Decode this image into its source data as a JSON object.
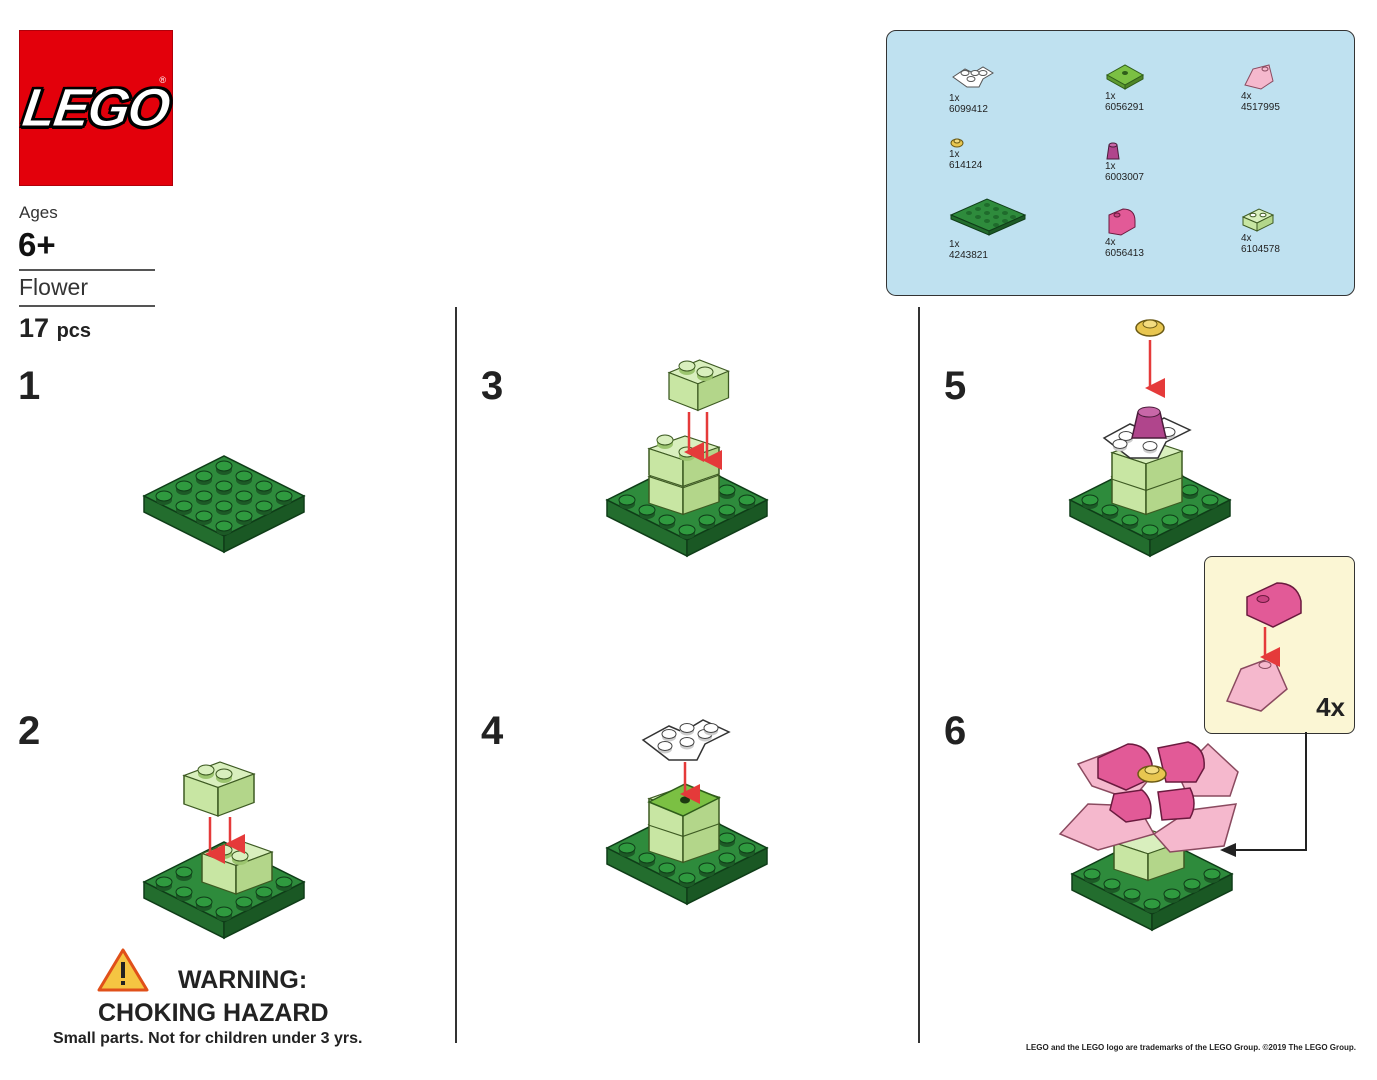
{
  "logo": {
    "text": "LEGO",
    "trademark": "®"
  },
  "product": {
    "ages_label": "Ages",
    "ages_value": "6+",
    "name": "Flower",
    "piece_count": "17",
    "piece_unit": "pcs"
  },
  "steps": [
    "1",
    "2",
    "3",
    "4",
    "5",
    "6"
  ],
  "inventory": [
    {
      "qty": "1x",
      "code": "6099412",
      "color": "#ffffff",
      "icon": "white-flower-plate-icon"
    },
    {
      "qty": "1x",
      "code": "6056291",
      "color": "#7bc043",
      "icon": "lime-tile-plate-icon"
    },
    {
      "qty": "4x",
      "code": "4517995",
      "color": "#f5b8cd",
      "icon": "pink-slope-icon"
    },
    {
      "qty": "1x",
      "code": "614124",
      "color": "#e8c650",
      "icon": "yellow-round-plate-icon"
    },
    {
      "qty": "1x",
      "code": "6003007",
      "color": "#b0458c",
      "icon": "purple-cone-icon"
    },
    {
      "qty": "1x",
      "code": "4243821",
      "color": "#2e8b3c",
      "icon": "green-baseplate-icon"
    },
    {
      "qty": "4x",
      "code": "6056413",
      "color": "#e25a97",
      "icon": "pink-curved-brick-icon"
    },
    {
      "qty": "4x",
      "code": "6104578",
      "color": "#c8e6a3",
      "icon": "light-green-brick-icon"
    }
  ],
  "callout": {
    "multiplier": "4x"
  },
  "warning": {
    "title": "WARNING:",
    "subtitle": "CHOKING HAZARD",
    "detail": "Small parts. Not for children under 3 yrs.",
    "icon": "warning-triangle-icon"
  },
  "legal": "LEGO and the LEGO logo are trademarks of the LEGO Group. ©2019 The LEGO Group.",
  "colors": {
    "lego_red": "#e3000b",
    "baseplate_green": "#2e8b3c",
    "brick_light_green": "#c8e6a3",
    "inventory_bg": "#bfe1f0",
    "callout_bg": "#fbf6d4",
    "arrow_red": "#e53a3a",
    "petal_pink": "#f5b8cd",
    "petal_magenta": "#e25a97"
  }
}
